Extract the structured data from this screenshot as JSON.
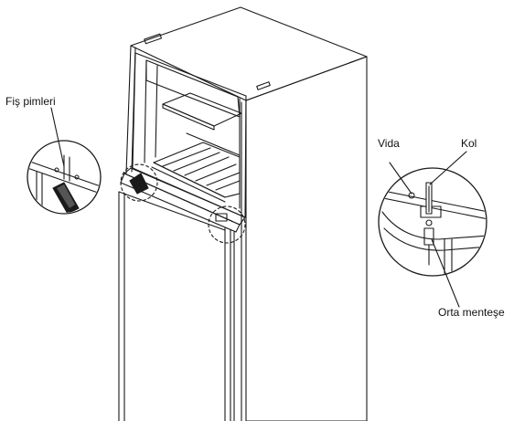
{
  "labels": {
    "plug_pins": "Fiş pimleri",
    "screw": "Vida",
    "handle": "Kol",
    "middle_hinge": "Orta menteşe"
  },
  "colors": {
    "line": "#1a1a1a",
    "background": "#ffffff"
  }
}
